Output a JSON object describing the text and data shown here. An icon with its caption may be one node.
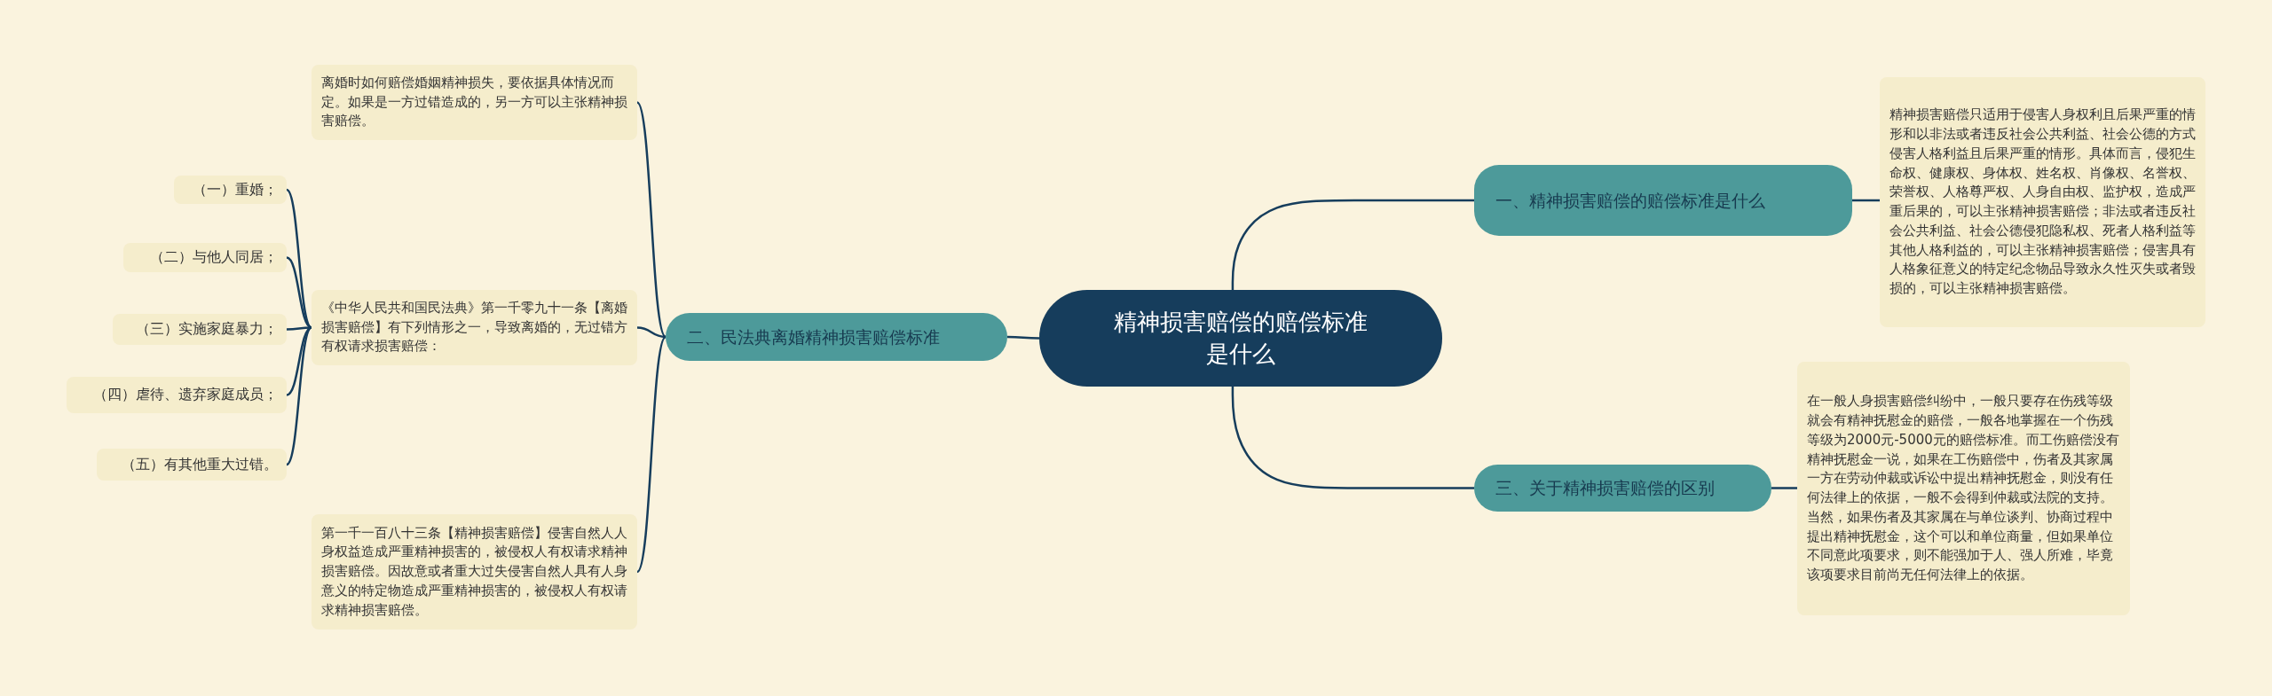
{
  "diagram": {
    "nodes": [
      {
        "text": [
          "精神损害赔偿的赔偿标准是什么"
        ]
      },
      {
        "text": [
          "一、精神损害赔偿的赔偿标准是什么"
        ]
      },
      {
        "text": [
          "精神损害赔偿只适用于侵害人身权利且后果严重的情形和以非法或者违反社会公共利益、社会公德的方式侵害人格利益且后果严重的情形。具体而言，侵犯生命权、健康权、身体权、姓名权、肖像权、名誉权、荣誉权、人格尊严权、人身自由权、监护权，造成严重后果的，可以主张精神损害赔偿；非法或者违反社会公共利益、社会公德侵犯隐私权、死者人格利益等其他人格利益的，可以主张精神损害赔偿；侵害具有人格象征意义的特定纪念物品导致永久性灭失或者毁损的，可以主张精神损害赔偿。"
        ]
      },
      {
        "text": [
          "二、民法典离婚精神损害赔偿标准"
        ]
      },
      {
        "text": [
          "离婚时如何赔偿婚姻精神损失，要依据具体情况而定。如果是一方过错造成的，另一方可以主张精神损害赔偿。"
        ]
      },
      {
        "text": [
          "《中华人民共和国民法典》第一千零九十一条【离婚损害赔偿】有下列情形之一，导致离婚的，无过错方有权请求损害赔偿："
        ]
      },
      {
        "text": [
          "（一）重婚；"
        ]
      },
      {
        "text": [
          "（二）与他人同居；"
        ]
      },
      {
        "text": [
          "（三）实施家庭暴力；"
        ]
      },
      {
        "text": [
          "（四）虐待、遗弃家庭成员；"
        ]
      },
      {
        "text": [
          "（五）有其他重大过错。"
        ]
      },
      {
        "text": [
          "第一千一百八十三条【精神损害赔偿】侵害自然人人身权益造成严重精神损害的，被侵权人有权请求精神损害赔偿。因故意或者重大过失侵害自然人具有人身意义的特定物造成严重精神损害的，被侵权人有权请求精神损害赔偿。"
        ]
      },
      {
        "text": [
          "三、关于精神损害赔偿的区别"
        ]
      },
      {
        "text": [
          "在一般人身损害赔偿纠纷中，一般只要存在伤残等级就会有精神抚慰金的赔偿，一般各地掌握在一个伤残等级为2000元-5000元的赔偿标准。而工伤赔偿没有精神抚慰金一说，如果在工伤赔偿中，伤者及其家属一方在劳动仲裁或诉讼中提出精神抚慰金，则没有任何法律上的依据，一般不会得到仲裁或法院的支持。当然，如果伤者及其家属在与单位谈判、协商过程中提出精神抚慰金，这个可以和单位商量，但如果单位不同意此项要求，则不能强加于人、强人所难，毕竟该项要求目前尚无任何法律上的依据。"
        ]
      }
    ],
    "edges": [
      {
        "from": 0,
        "to": 1,
        "arrow": "none"
      },
      {
        "from": 1,
        "to": 2,
        "arrow": "none"
      },
      {
        "from": 0,
        "to": 3,
        "arrow": "none"
      },
      {
        "from": 3,
        "to": 4,
        "arrow": "none"
      },
      {
        "from": 3,
        "to": 5,
        "arrow": "none"
      },
      {
        "from": 5,
        "to": 6,
        "arrow": "none"
      },
      {
        "from": 5,
        "to": 7,
        "arrow": "none"
      },
      {
        "from": 5,
        "to": 8,
        "arrow": "none"
      },
      {
        "from": 5,
        "to": 9,
        "arrow": "none"
      },
      {
        "from": 5,
        "to": 10,
        "arrow": "none"
      },
      {
        "from": 3,
        "to": 11,
        "arrow": "none"
      },
      {
        "from": 0,
        "to": 12,
        "arrow": "none"
      },
      {
        "from": 12,
        "to": 13,
        "arrow": "none"
      }
    ]
  }
}
